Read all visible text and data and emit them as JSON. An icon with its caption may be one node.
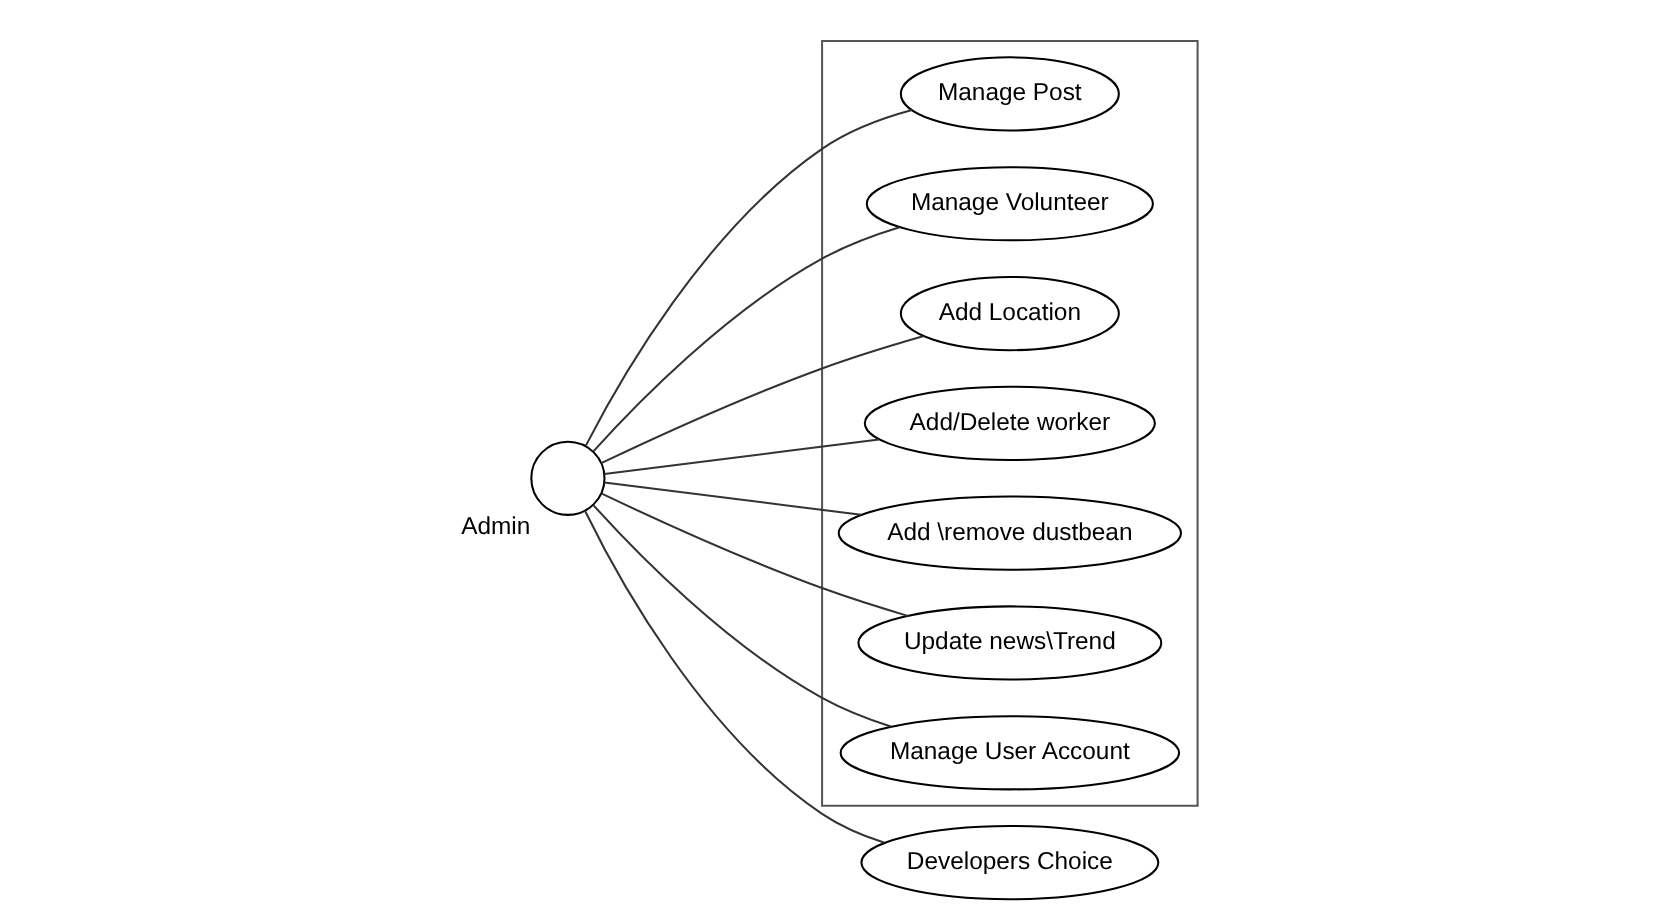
{
  "diagram": {
    "nodes": [
      {
        "text": [],
        "shape": "person",
        "beside": [
          "Admin"
        ]
      },
      {
        "text": [],
        "shape": "box"
      },
      {
        "text": [
          "Manage Post"
        ],
        "in": 1
      },
      {
        "text": [
          "Manage Volunteer"
        ],
        "in": 1
      },
      {
        "text": [
          "Add Location"
        ],
        "in": 1
      },
      {
        "text": [
          "Add/Delete worker"
        ],
        "in": 1
      },
      {
        "text": [
          "Add \\remove dustbean"
        ],
        "in": 1
      },
      {
        "text": [
          "Update news\\Trend"
        ],
        "in": 1
      },
      {
        "text": [
          "Manage User Account"
        ],
        "in": 1
      },
      {
        "text": [
          "Developers Choice"
        ]
      }
    ],
    "edges": [
      {
        "from": 0,
        "to": 2,
        "arrow": "none"
      },
      {
        "from": 0,
        "to": 3,
        "arrow": "none"
      },
      {
        "from": 0,
        "to": 4,
        "arrow": "none"
      },
      {
        "from": 0,
        "to": 5,
        "arrow": "none"
      },
      {
        "from": 0,
        "to": 6,
        "arrow": "none"
      },
      {
        "from": 0,
        "to": 7,
        "arrow": "none"
      },
      {
        "from": 0,
        "to": 8,
        "arrow": "none"
      },
      {
        "from": 0,
        "to": 9,
        "arrow": "none"
      }
    ]
  }
}
